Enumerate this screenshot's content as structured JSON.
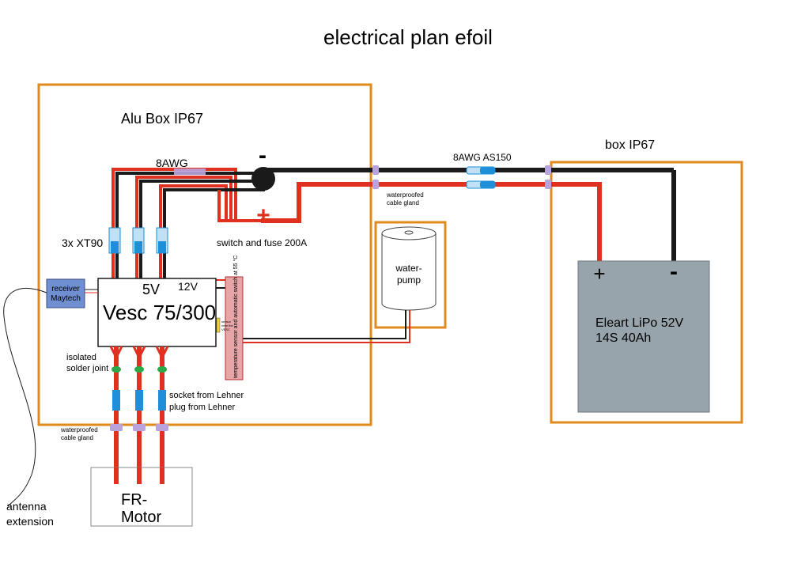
{
  "title": "electrical plan efoil",
  "alu_box": {
    "label": "Alu Box IP67"
  },
  "battery_box": {
    "label": "box IP67"
  },
  "labels": {
    "awg_8": "8AWG",
    "awg_8_as150": "8AWG AS150",
    "minus": "-",
    "plus": "+",
    "switch_fuse": "switch and fuse 200A",
    "xt90": "3x XT90",
    "gland_top_1": "waterproofed",
    "gland_top_2": "cable gland",
    "gland_bottom_1": "waterproofed",
    "gland_bottom_2": "cable gland",
    "isolated_1": "isolated",
    "isolated_2": "solder joint",
    "socket": "socket from Lehner",
    "plug": "plug from Lehner",
    "antenna_1": "antenna",
    "antenna_2": "extension",
    "temp_sensor": "temperature sensor and automatic switch at 55 °C",
    "sensor_1": "sensor",
    "sensor_2": "near the",
    "sensor_3": "VESC"
  },
  "receiver": {
    "line1": "receiver",
    "line2": "Maytech"
  },
  "vesc": {
    "name": "Vesc 75/300",
    "v5": "5V",
    "v12": "12V"
  },
  "pump": {
    "line1": "water-",
    "line2": "pump"
  },
  "battery": {
    "line1": "Eleart LiPo 52V",
    "line2": "14S 40Ah",
    "plus": "+",
    "minus": "-"
  },
  "motor": {
    "line1": "FR-",
    "line2": "Motor"
  },
  "colors": {
    "box_orange": "#e08a1e",
    "wire_red": "#e03020",
    "wire_black": "#1a1a1a",
    "connector_blue": "#1e8fd8",
    "connector_light": "#bfe0f5",
    "gland_purple": "#b9a3dc",
    "receiver_blue": "#6f8fd0",
    "battery_gray": "#98a4ac",
    "solder_green": "#2aa84a",
    "sensor_pink": "#e8a5a8"
  }
}
